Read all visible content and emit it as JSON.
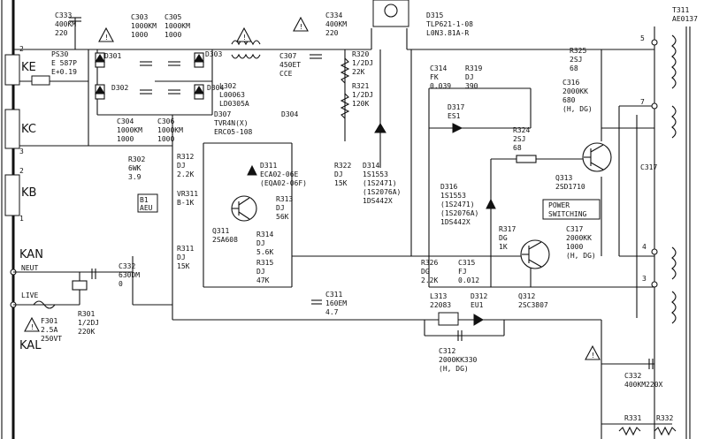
{
  "connectors": {
    "ke": "KE",
    "kc": "KC",
    "kb": "KB",
    "kan": "KAN",
    "kal": "KAL",
    "neut": "NEUT",
    "live": "LIVE",
    "pin_top": "2",
    "pin_kc3": "3",
    "pin_kb2": "2",
    "pin_kb1": "1"
  },
  "labels": {
    "c333": [
      "C333",
      "400KM",
      "220"
    ],
    "c303": [
      "C303",
      "1000KM",
      "1000"
    ],
    "c305": [
      "C305",
      "1000KM",
      "1000"
    ],
    "c334": [
      "C334",
      "400KM",
      "220"
    ],
    "ps30": [
      "PS30",
      "E 587P",
      "E+0.19"
    ],
    "d301": "D301",
    "d302": "D302",
    "d303": "D303",
    "d304": "D304",
    "c307": [
      "C307",
      "450ET",
      "CCE"
    ],
    "l302": [
      "L302",
      "L00063",
      "LD0305A"
    ],
    "c304": [
      "C304",
      "1000KM",
      "1000"
    ],
    "c306": [
      "C306",
      "1000KM",
      "1000"
    ],
    "d307": [
      "D307",
      "TVR4N(X)",
      "ERC05-108"
    ],
    "d304b": "D304",
    "r302": [
      "R302",
      "6WK",
      "3.9"
    ],
    "d315": [
      "D315",
      "TLP621-1-08",
      "L0N3.81A-R"
    ],
    "r320": [
      "R320",
      "1/2DJ",
      "22K"
    ],
    "r321": [
      "R321",
      "1/2DJ",
      "120K"
    ],
    "c314": [
      "C314",
      "FK",
      "0.039"
    ],
    "r319": [
      "R319",
      "DJ",
      "390"
    ],
    "d317": [
      "D317",
      "ES1"
    ],
    "r322": [
      "R322",
      "DJ",
      "15K"
    ],
    "d314": [
      "D314",
      "1S1553",
      "(1S2471)",
      "(1S2076A)",
      "1DS442X"
    ],
    "r324": [
      "R324",
      "2SJ",
      "68"
    ],
    "r325": [
      "R325",
      "2SJ",
      "68"
    ],
    "c316": [
      "C316",
      "2000KK",
      "680",
      "(H, DG)"
    ],
    "t311": [
      "T311",
      "AE0137"
    ],
    "q313": [
      "Q313",
      "2SD1710"
    ],
    "power_switching": [
      "POWER",
      "SWITCHING"
    ],
    "c317": "C317",
    "r312": [
      "R312",
      "DJ",
      "2.2K"
    ],
    "d311": [
      "D311",
      "ECA02-06E",
      "(EQA02-06F)"
    ],
    "vr311": [
      "VR311",
      "B-1K"
    ],
    "b1": [
      "B1",
      "AEU"
    ],
    "r313": [
      "R313",
      "DJ",
      "56K"
    ],
    "q311": [
      "Q311",
      "2SA608"
    ],
    "r314": [
      "R314",
      "DJ",
      "5.6K"
    ],
    "r315": [
      "R315",
      "DJ",
      "47K"
    ],
    "r311": [
      "R311",
      "DJ",
      "15K"
    ],
    "d316": [
      "D316",
      "1S1553",
      "(1S2471)",
      "(1S2076A)",
      "1DS442X"
    ],
    "r317": [
      "R317",
      "DG",
      "1K"
    ],
    "c317b": [
      "C317",
      "2000KK",
      "1000",
      "(H, DG)"
    ],
    "r326": [
      "R326",
      "DG",
      "2.2K"
    ],
    "c315": [
      "C315",
      "FJ",
      "0.012"
    ],
    "c332": [
      "C332",
      "630DM",
      "0"
    ],
    "c311": [
      "C311",
      "160EM",
      "4.7"
    ],
    "l313": [
      "L313",
      "22083"
    ],
    "d312": [
      "D312",
      "EU1"
    ],
    "q312": [
      "Q312",
      "2SC3807"
    ],
    "f301": [
      "F301",
      "2.5A",
      "250VT"
    ],
    "r301": [
      "R301",
      "1/2DJ",
      "220K"
    ],
    "c312": [
      "C312",
      "2000KK330",
      "(H, DG)"
    ],
    "c332b": [
      "C332",
      "400KM220X"
    ],
    "r331": "R331",
    "r332": "R332",
    "t_pins": [
      "5",
      "7",
      "4",
      "3"
    ],
    "warn": "!"
  }
}
